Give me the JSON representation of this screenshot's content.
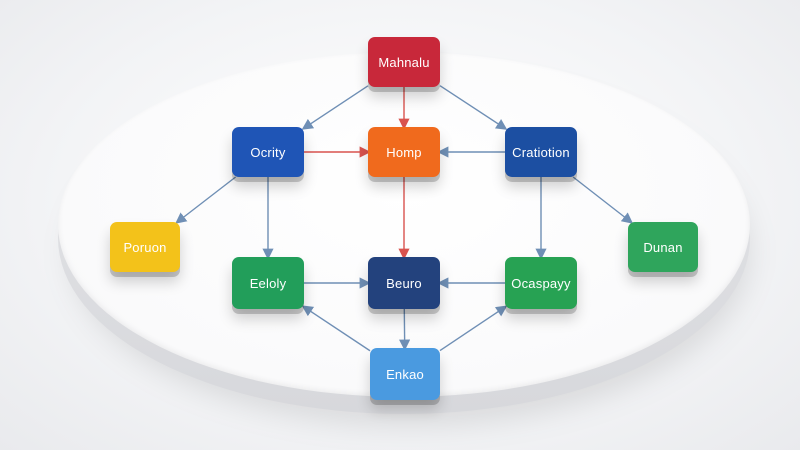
{
  "diagram": {
    "nodes": [
      {
        "id": "top",
        "label": "Mahnalu",
        "color": "#c8283a"
      },
      {
        "id": "left",
        "label": "Ocrity",
        "color": "#1f55b6"
      },
      {
        "id": "center",
        "label": "Homp",
        "color": "#f06a1d"
      },
      {
        "id": "right",
        "label": "Cratiotion",
        "color": "#1c4fa2"
      },
      {
        "id": "farleft",
        "label": "Poruon",
        "color": "#f3c21a"
      },
      {
        "id": "farright",
        "label": "Dunan",
        "color": "#2fa55c"
      },
      {
        "id": "midleft",
        "label": "Eeloly",
        "color": "#229e5a"
      },
      {
        "id": "midcenter",
        "label": "Beuro",
        "color": "#23427d"
      },
      {
        "id": "midright",
        "label": "Ocaspayy",
        "color": "#27a253"
      },
      {
        "id": "bottom",
        "label": "Enkao",
        "color": "#4a9ae0"
      }
    ],
    "edges": [
      {
        "from": "top",
        "to": "left"
      },
      {
        "from": "top",
        "to": "center"
      },
      {
        "from": "top",
        "to": "right"
      },
      {
        "from": "left",
        "to": "farleft"
      },
      {
        "from": "right",
        "to": "farright"
      },
      {
        "from": "left",
        "to": "center"
      },
      {
        "from": "right",
        "to": "center"
      },
      {
        "from": "left",
        "to": "midleft"
      },
      {
        "from": "center",
        "to": "midcenter"
      },
      {
        "from": "right",
        "to": "midright"
      },
      {
        "from": "midleft",
        "to": "midcenter"
      },
      {
        "from": "midright",
        "to": "midcenter"
      },
      {
        "from": "midcenter",
        "to": "bottom"
      },
      {
        "from": "bottom",
        "to": "midleft"
      },
      {
        "from": "bottom",
        "to": "midright"
      }
    ],
    "line_color": "#6f8fb5",
    "accent_line_color": "#d9534f"
  }
}
